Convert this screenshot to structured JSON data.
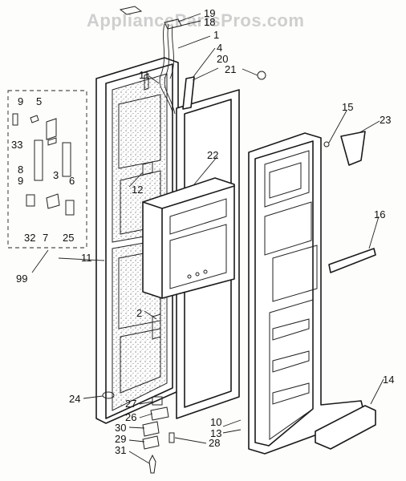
{
  "watermark": "AppliancePartsPros.com",
  "callouts": [
    {
      "id": "c19",
      "text": "19"
    },
    {
      "id": "c18",
      "text": "18"
    },
    {
      "id": "c1",
      "text": "1"
    },
    {
      "id": "c4",
      "text": "4"
    },
    {
      "id": "c20",
      "text": "20"
    },
    {
      "id": "c21",
      "text": "21"
    },
    {
      "id": "c11a",
      "text": "11"
    },
    {
      "id": "c15",
      "text": "15"
    },
    {
      "id": "c23",
      "text": "23"
    },
    {
      "id": "c9a",
      "text": "9"
    },
    {
      "id": "c5",
      "text": "5"
    },
    {
      "id": "c33",
      "text": "33"
    },
    {
      "id": "c3",
      "text": "3"
    },
    {
      "id": "c8",
      "text": "8"
    },
    {
      "id": "c9b",
      "text": "9"
    },
    {
      "id": "c6",
      "text": "6"
    },
    {
      "id": "c22",
      "text": "22"
    },
    {
      "id": "c12",
      "text": "12"
    },
    {
      "id": "c16",
      "text": "16"
    },
    {
      "id": "c32",
      "text": "32"
    },
    {
      "id": "c7",
      "text": "7"
    },
    {
      "id": "c25",
      "text": "25"
    },
    {
      "id": "c11b",
      "text": "11"
    },
    {
      "id": "c99",
      "text": "99"
    },
    {
      "id": "c2",
      "text": "2"
    },
    {
      "id": "c14",
      "text": "14"
    },
    {
      "id": "c24",
      "text": "24"
    },
    {
      "id": "c27",
      "text": "27"
    },
    {
      "id": "c26",
      "text": "26"
    },
    {
      "id": "c10",
      "text": "10"
    },
    {
      "id": "c13",
      "text": "13"
    },
    {
      "id": "c30",
      "text": "30"
    },
    {
      "id": "c29",
      "text": "29"
    },
    {
      "id": "c28",
      "text": "28"
    },
    {
      "id": "c31",
      "text": "31"
    }
  ]
}
